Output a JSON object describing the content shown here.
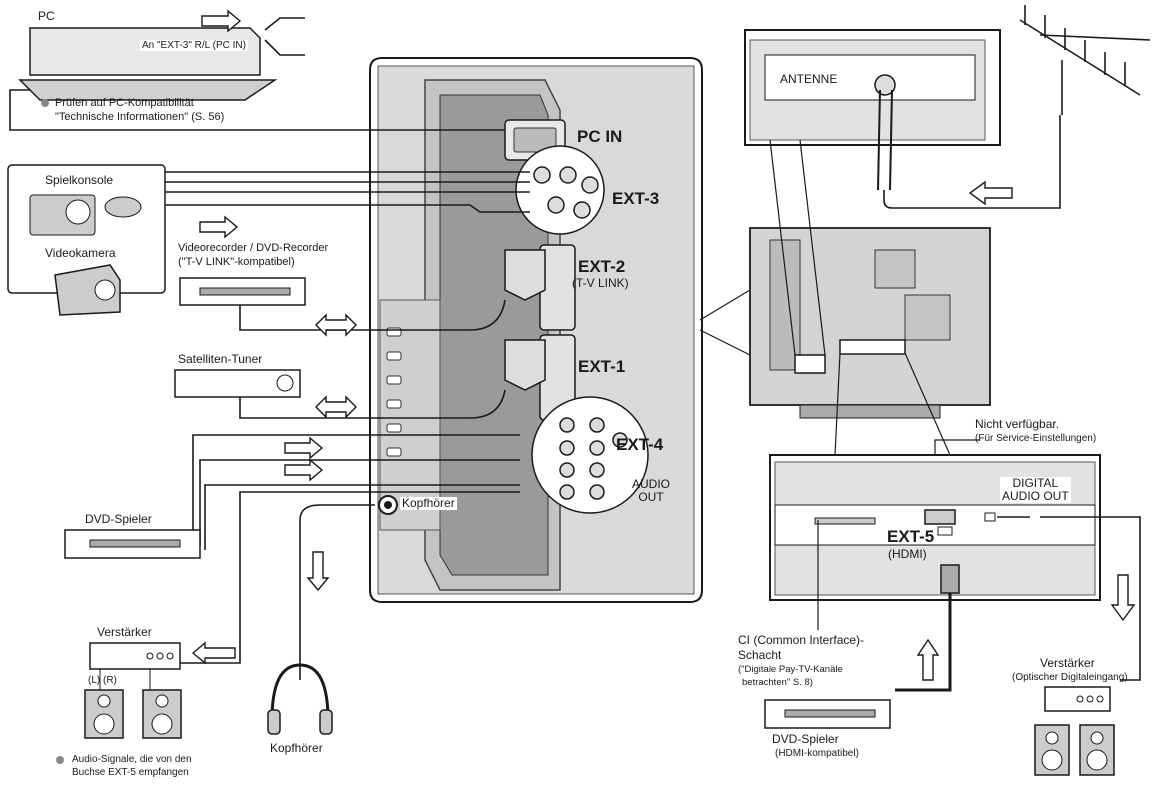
{
  "labels": {
    "pc": "PC",
    "pc_cable": "An \"EXT-3\" R/L (PC IN)",
    "pc_note1": "Prüfen auf PC-Kompatibilität",
    "pc_note2": "\"Technische Informationen\" (S. 56)",
    "spielkonsole": "Spielkonsole",
    "videokamera": "Videokamera",
    "videorecorder1": "Videorecorder / DVD-Recorder",
    "videorecorder2": "(\"T-V LINK\"-kompatibel)",
    "satelliten": "Satelliten-Tuner",
    "dvd_spieler": "DVD-Spieler",
    "verstaerker_left": "Verstärker",
    "lr": "(L) (R)",
    "audio_note1": "Audio-Signale, die von den",
    "audio_note2": "Buchse EXT-5 empfangen",
    "kopfhoerer_jack": "Kopfhörer",
    "kopfhoerer": "Kopfhörer",
    "pc_in": "PC IN",
    "ext3": "EXT-3",
    "ext2": "EXT-2",
    "tvlink": "(T-V LINK)",
    "ext1": "EXT-1",
    "ext4": "EXT-4",
    "audio_out": "AUDIO\nOUT",
    "antenne": "ANTENNE",
    "nicht_verfuegbar": "Nicht verfügbar.",
    "service": "(Für Service-Einstellungen)",
    "digital_audio_out": "DIGITAL\nAUDIO OUT",
    "ext5": "EXT-5",
    "hdmi": "(HDMI)",
    "ci1": "CI (Common Interface)-",
    "ci2": "Schacht",
    "ci3": "(\"Digitale Pay-TV-Kanäle",
    "ci4": "betrachten\" S. 8)",
    "dvd_hdmi1": "DVD-Spieler",
    "dvd_hdmi2": "(HDMI-kompatibel)",
    "verstaerker_right": "Verstärker",
    "optisch": "(Optischer Digitaleingang)"
  },
  "icons": [
    "pc-icon",
    "game-console-icon",
    "camcorder-icon",
    "vcr-icon",
    "satellite-tuner-icon",
    "dvd-player-icon",
    "amplifier-icon",
    "speaker-icon",
    "headphones-icon",
    "antenna-icon",
    "tv-rear-icon",
    "arrow-icon"
  ],
  "colors": {
    "line": "#1a1a1a",
    "panel": "#d8d8d8",
    "panel_dark": "#bdbdbd"
  }
}
